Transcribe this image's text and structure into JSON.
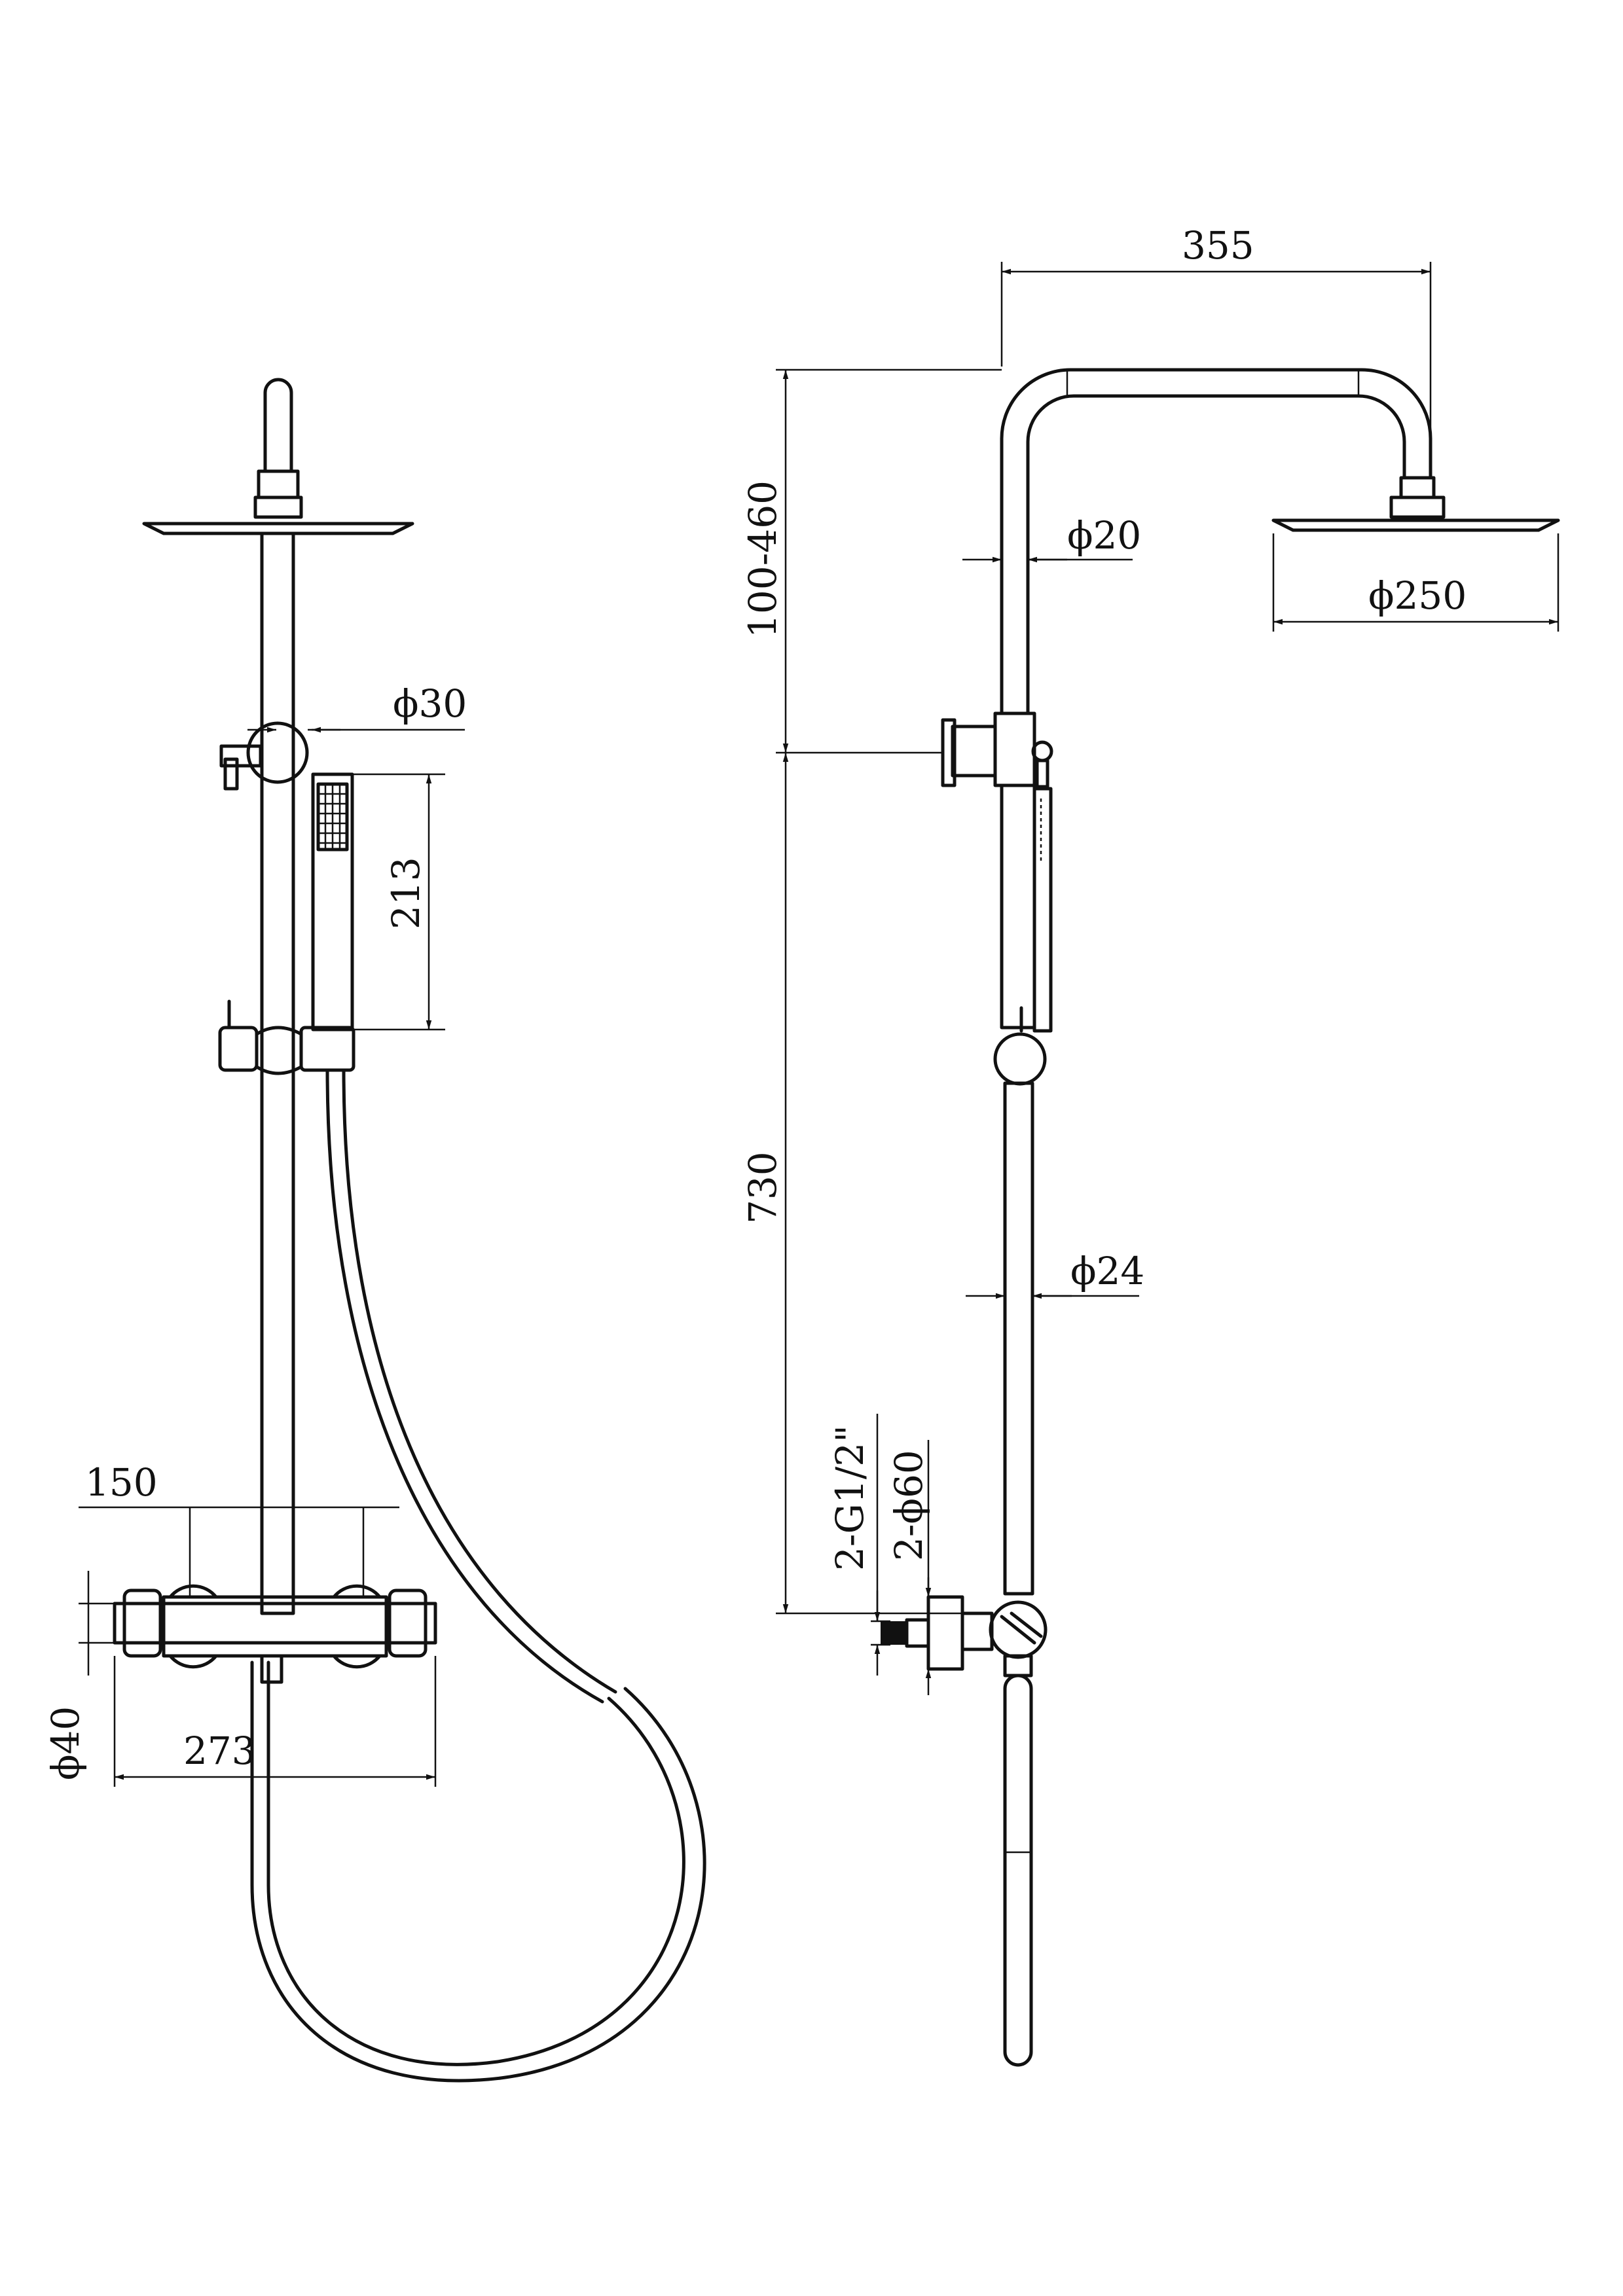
{
  "dimensions": {
    "width_355": "355",
    "arm_height": "100-460",
    "pipe_upper": "ϕ20",
    "head_right": "ϕ250",
    "knob": "ϕ30",
    "handset": "213",
    "bar_height": "730",
    "pipe_lower": "ϕ24",
    "inlet_thread": "2-G1/2\"",
    "inlet_flange": "2-ϕ60",
    "centers": "150",
    "valve_dia": "ϕ40",
    "valve_length": "273"
  },
  "colors": {
    "line": "#111111",
    "background": "#ffffff"
  }
}
